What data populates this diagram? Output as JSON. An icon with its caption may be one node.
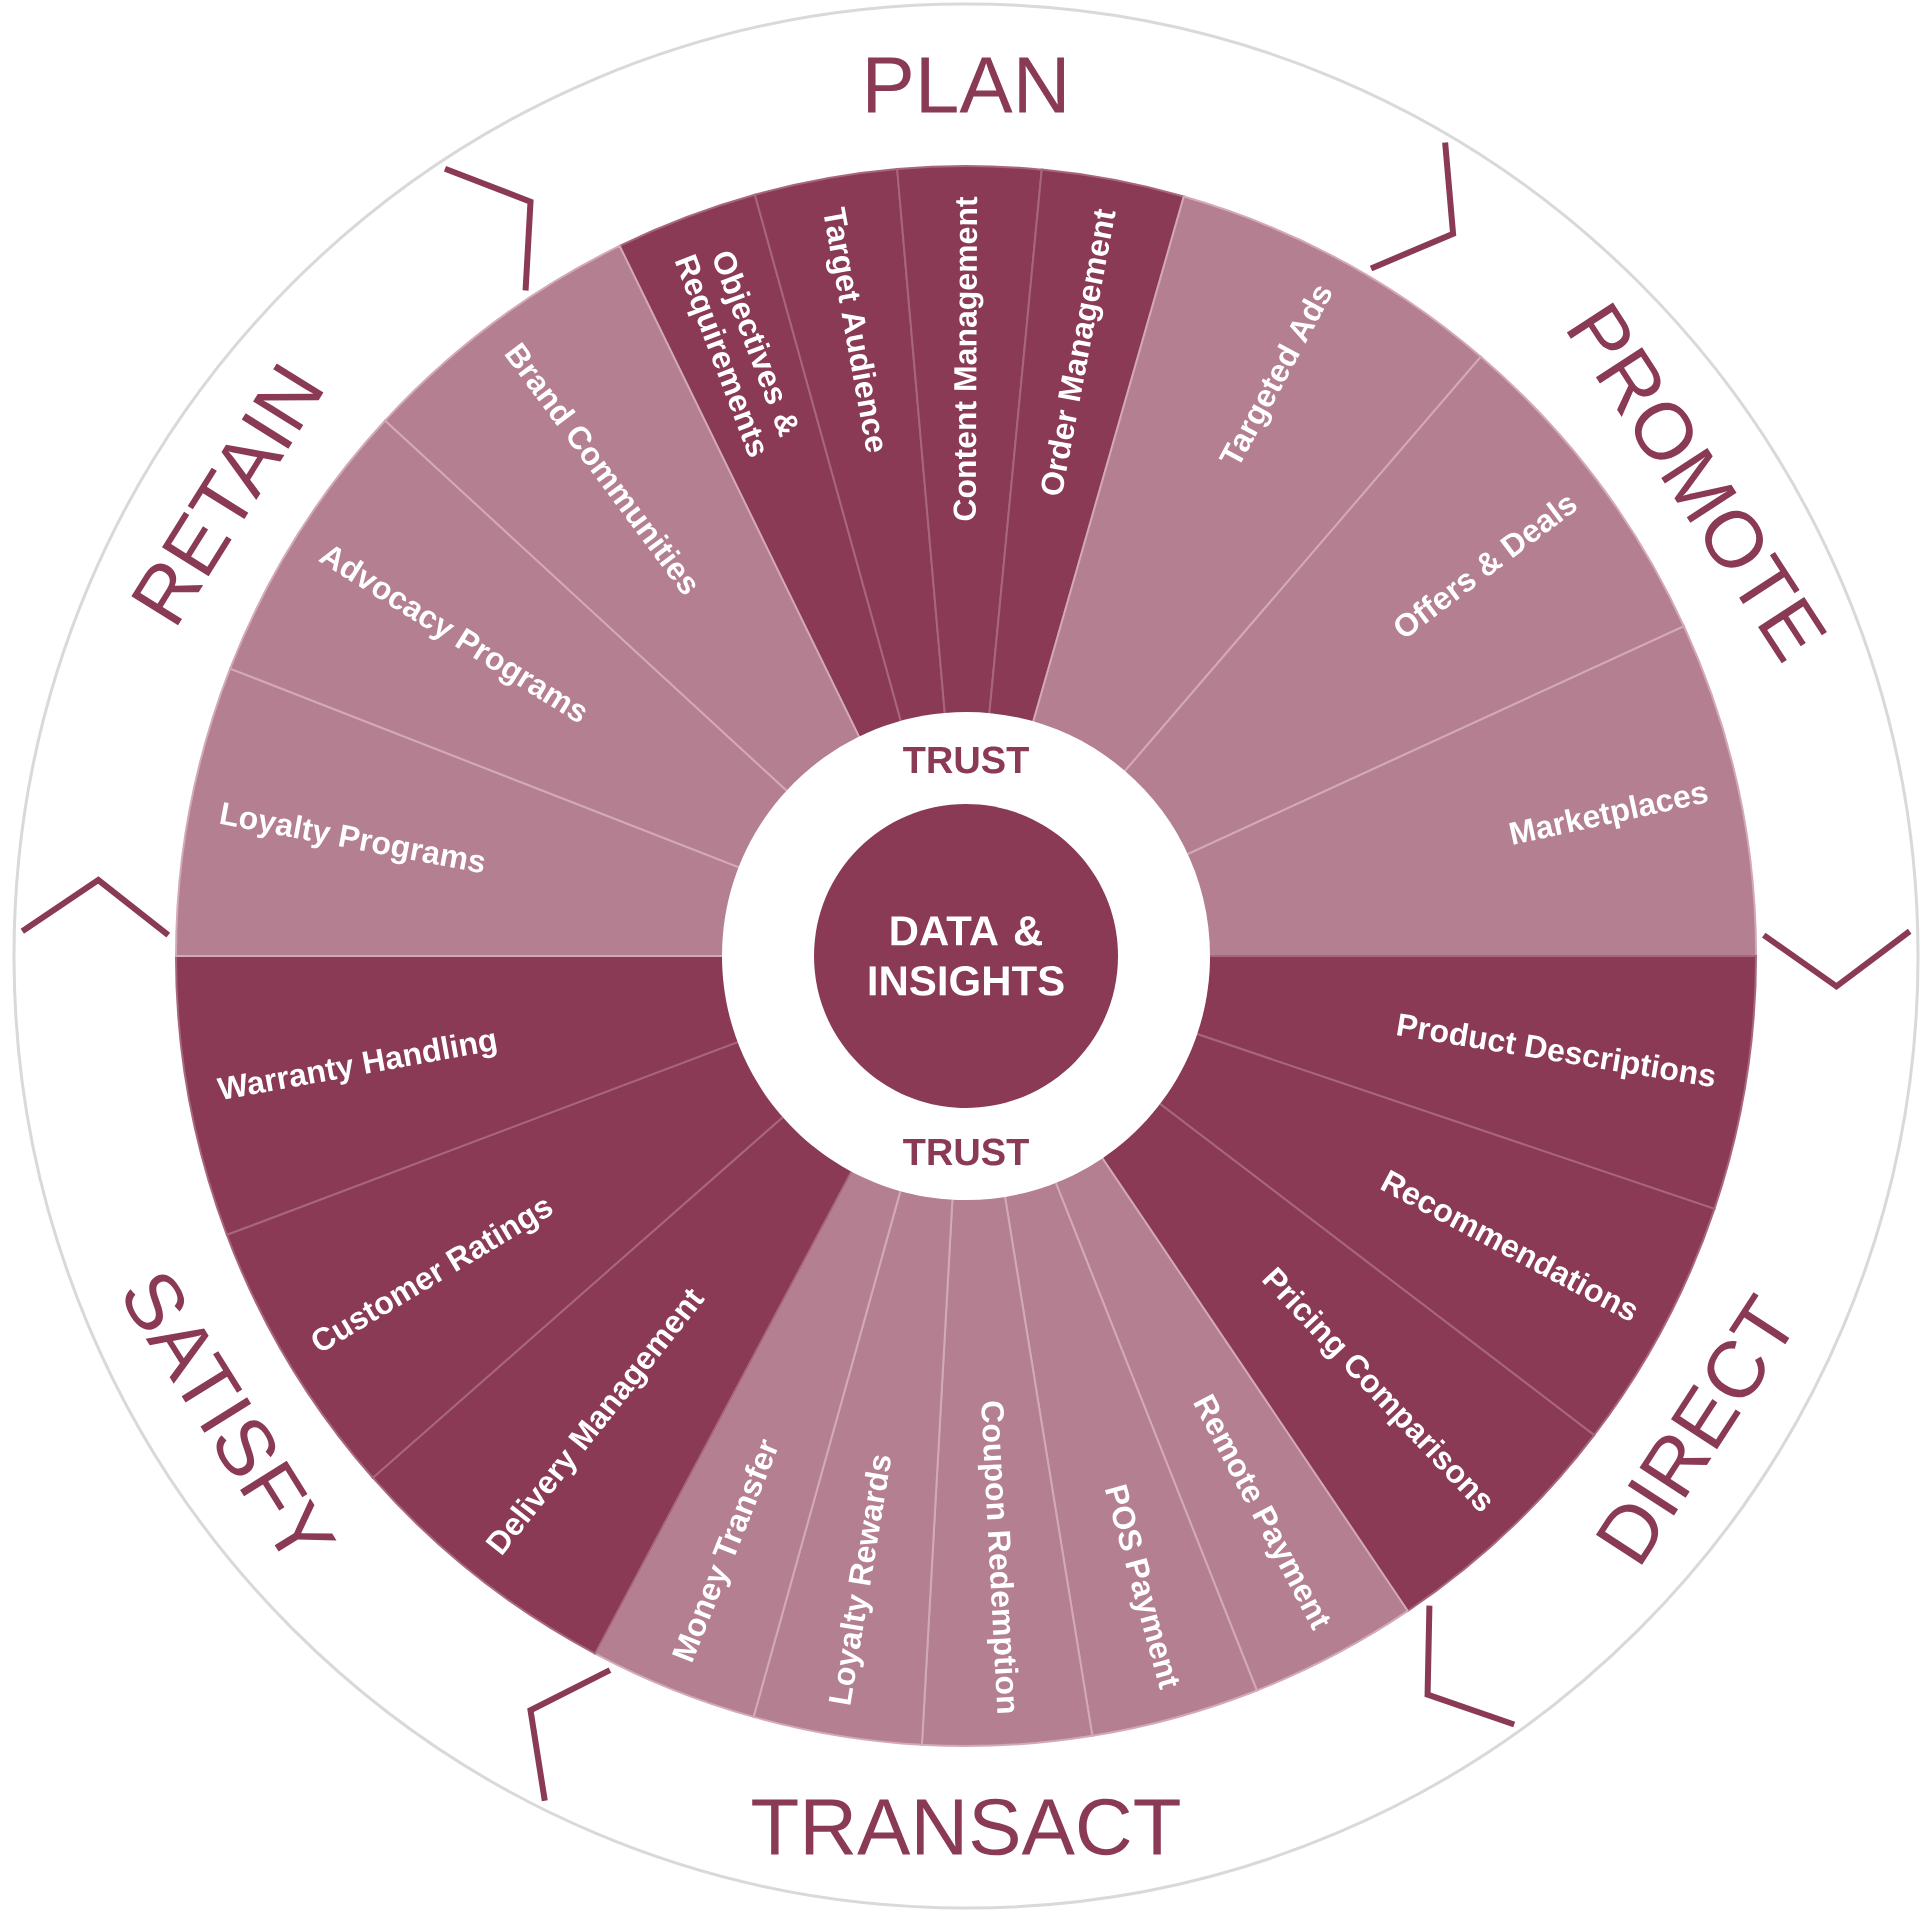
{
  "diagram": {
    "nodes": [
      {
        "text": [
          "TRUST",
          "TRUST"
        ]
      },
      {
        "text": [
          "DATA & INSIGHTS"
        ],
        "in": 0
      },
      {
        "text": [
          "Objectives & Requirements"
        ]
      },
      {
        "text": [
          "Target Audience"
        ]
      },
      {
        "text": [
          "Content Management"
        ]
      },
      {
        "text": [
          "Order Management"
        ]
      },
      {
        "text": [
          "Targeted Ads"
        ]
      },
      {
        "text": [
          "Offers & Deals"
        ]
      },
      {
        "text": [
          "Marketplaces"
        ]
      },
      {
        "text": [
          "Product Descriptions"
        ]
      },
      {
        "text": [
          "Recommendations"
        ]
      },
      {
        "text": [
          "Pricing Comparisons"
        ]
      },
      {
        "text": [
          "Remote Payment"
        ]
      },
      {
        "text": [
          "POS Payment"
        ]
      },
      {
        "text": [
          "Coupon Redemption"
        ]
      },
      {
        "text": [
          "Loyalty Rewards"
        ]
      },
      {
        "text": [
          "Money Transfer"
        ]
      },
      {
        "text": [
          "Delivery Management"
        ]
      },
      {
        "text": [
          "Customer Ratings"
        ]
      },
      {
        "text": [
          "Warranty Handling"
        ]
      },
      {
        "text": [
          "Loyalty Programs"
        ]
      },
      {
        "text": [
          "Advocacy Programs"
        ]
      },
      {
        "text": [
          "Brand Communities"
        ]
      }
    ],
    "labels": [
      "PLAN",
      "PROMOTE",
      "DIRECT",
      "TRANSACT",
      "SATISFY",
      "RETAIN"
    ]
  }
}
